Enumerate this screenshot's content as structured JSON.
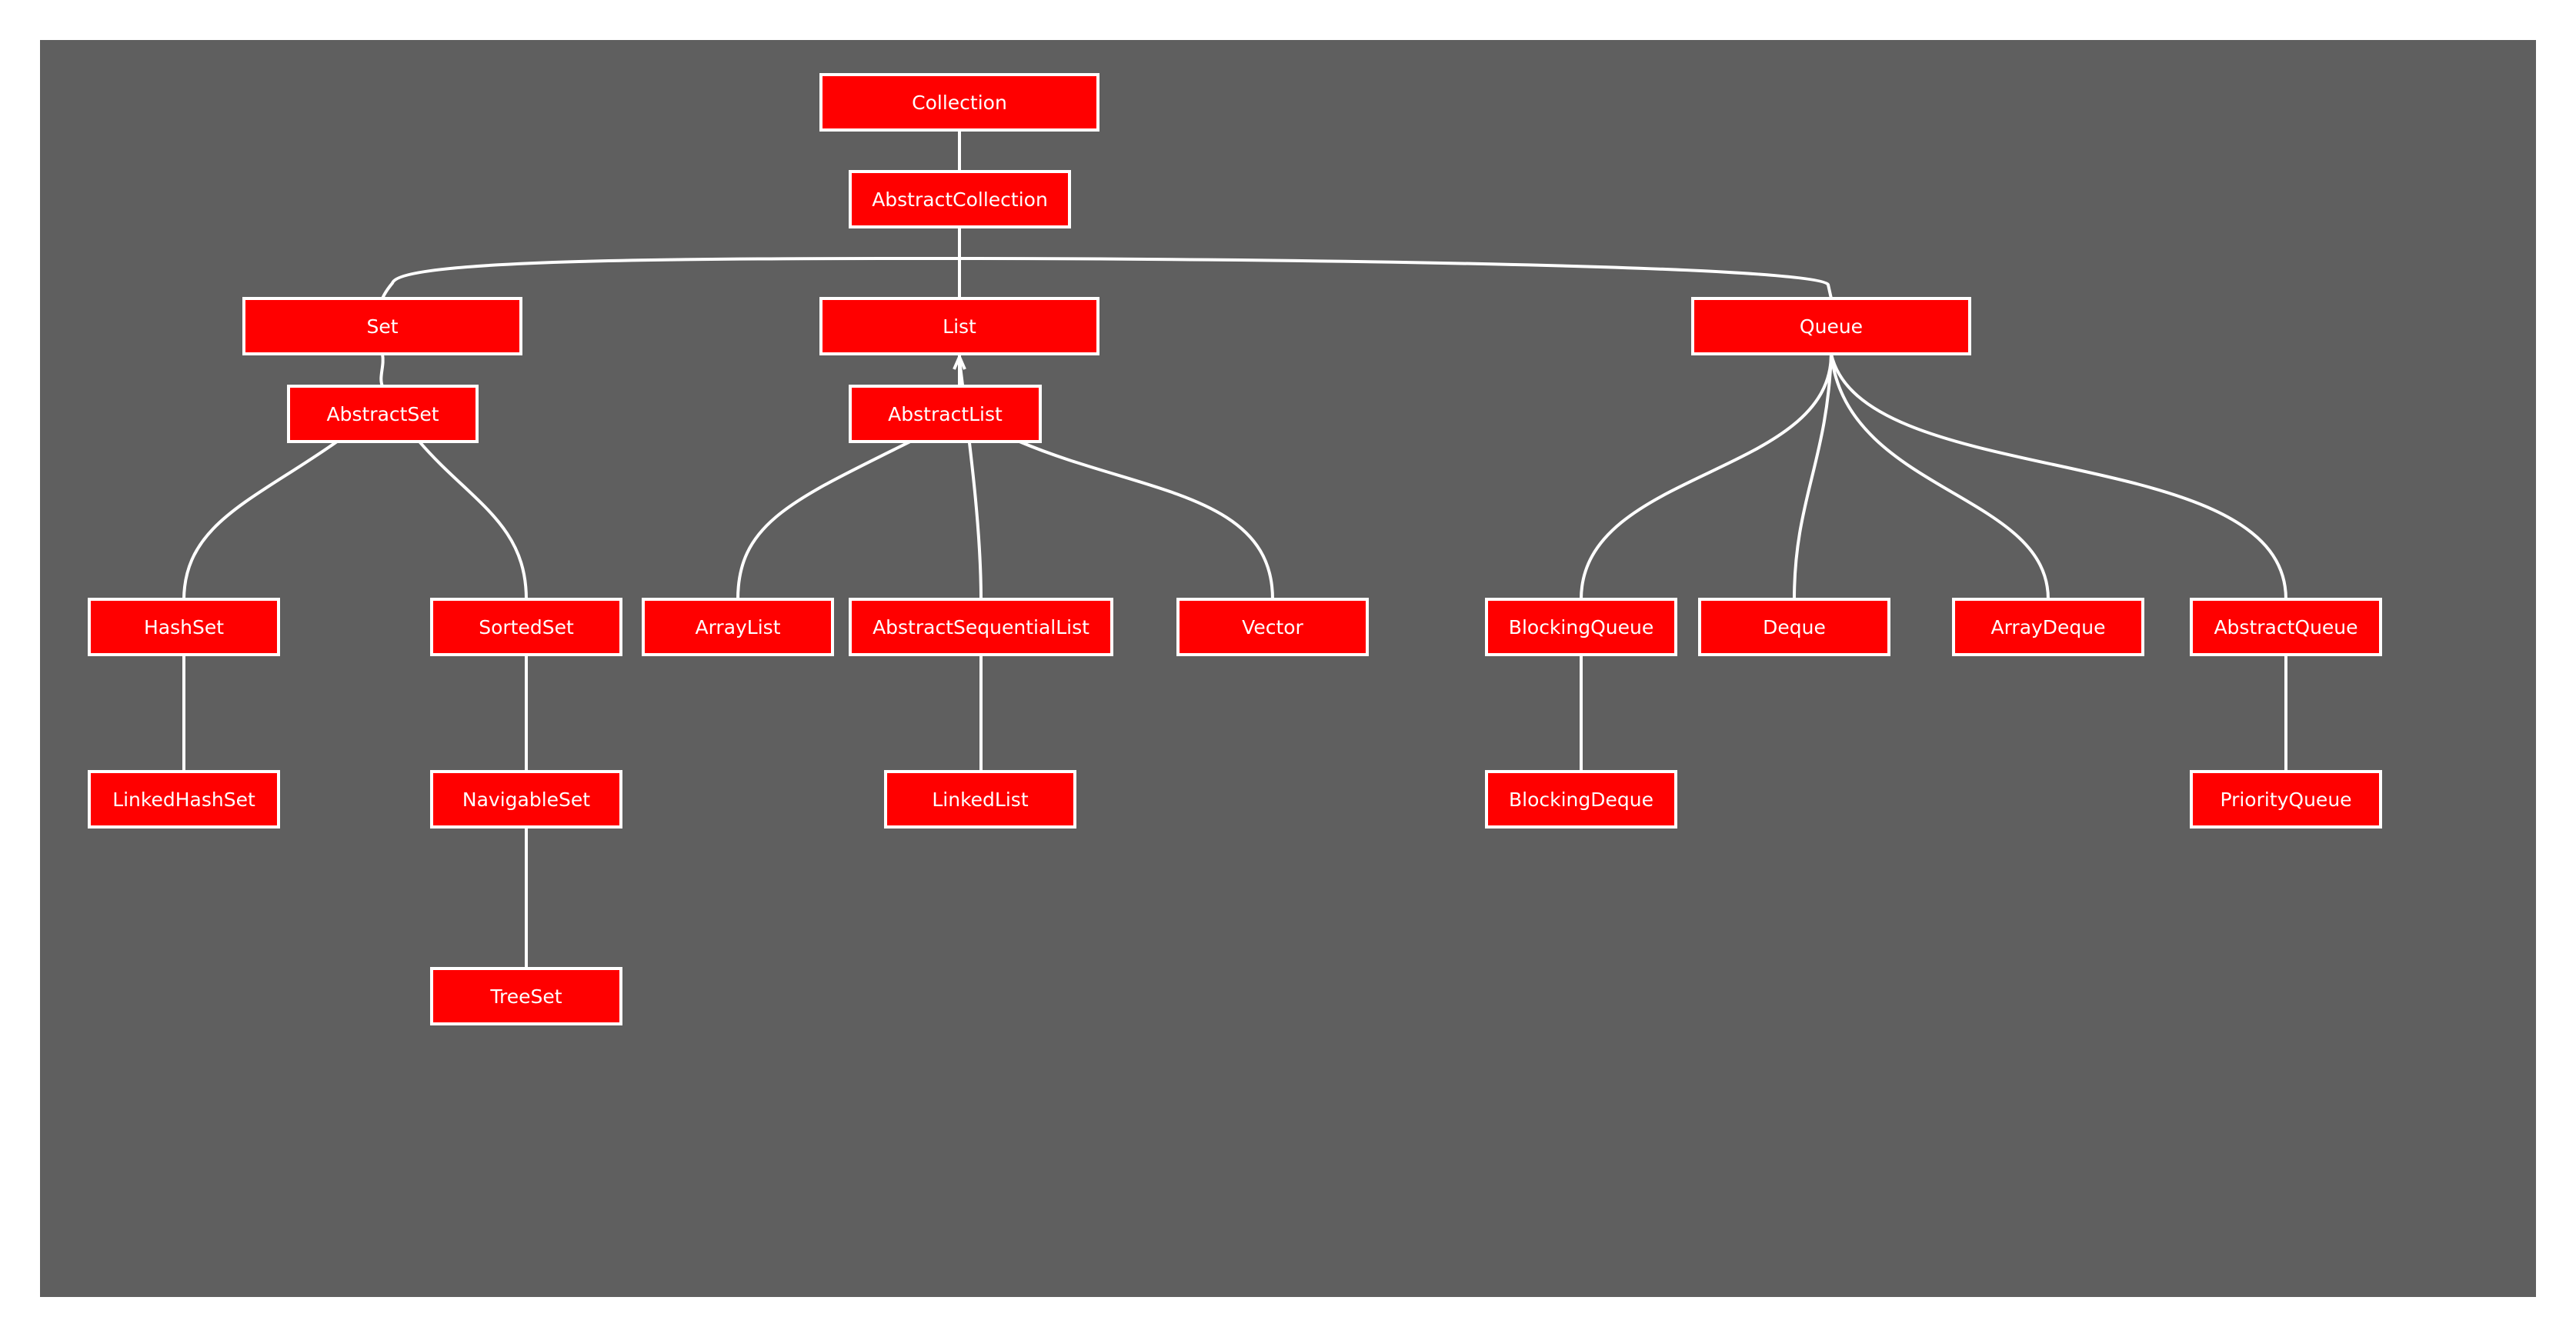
{
  "diagram": {
    "background_color": "#5f5f5f",
    "node_fill": "#ff0000",
    "node_stroke": "#ffffff",
    "edge_color": "#ffffff",
    "text_color": "#ffffff",
    "nodes": [
      {
        "id": "collection",
        "label": "Collection"
      },
      {
        "id": "abstract-collection",
        "label": "AbstractCollection"
      },
      {
        "id": "set",
        "label": "Set"
      },
      {
        "id": "list",
        "label": "List"
      },
      {
        "id": "queue",
        "label": "Queue"
      },
      {
        "id": "abstract-set",
        "label": "AbstractSet"
      },
      {
        "id": "abstract-list",
        "label": "AbstractList"
      },
      {
        "id": "hash-set",
        "label": "HashSet"
      },
      {
        "id": "sorted-set",
        "label": "SortedSet"
      },
      {
        "id": "array-list",
        "label": "ArrayList"
      },
      {
        "id": "abstract-sequential-list",
        "label": "AbstractSequentialList"
      },
      {
        "id": "vector",
        "label": "Vector"
      },
      {
        "id": "blocking-queue",
        "label": "BlockingQueue"
      },
      {
        "id": "deque",
        "label": "Deque"
      },
      {
        "id": "array-deque",
        "label": "ArrayDeque"
      },
      {
        "id": "abstract-queue",
        "label": "AbstractQueue"
      },
      {
        "id": "linked-hash-set",
        "label": "LinkedHashSet"
      },
      {
        "id": "navigable-set",
        "label": "NavigableSet"
      },
      {
        "id": "linked-list",
        "label": "LinkedList"
      },
      {
        "id": "blocking-deque",
        "label": "BlockingDeque"
      },
      {
        "id": "priority-queue",
        "label": "PriorityQueue"
      },
      {
        "id": "tree-set",
        "label": "TreeSet"
      }
    ],
    "edges": [
      {
        "from": "collection",
        "to": "abstract-collection"
      },
      {
        "from": "abstract-collection",
        "to": "set"
      },
      {
        "from": "abstract-collection",
        "to": "list"
      },
      {
        "from": "abstract-collection",
        "to": "queue"
      },
      {
        "from": "set",
        "to": "abstract-set"
      },
      {
        "from": "list",
        "to": "abstract-list"
      },
      {
        "from": "abstract-set",
        "to": "hash-set"
      },
      {
        "from": "abstract-set",
        "to": "sorted-set"
      },
      {
        "from": "abstract-list",
        "to": "array-list"
      },
      {
        "from": "list",
        "to": "abstract-sequential-list"
      },
      {
        "from": "abstract-list",
        "to": "vector"
      },
      {
        "from": "queue",
        "to": "blocking-queue"
      },
      {
        "from": "queue",
        "to": "deque"
      },
      {
        "from": "queue",
        "to": "array-deque"
      },
      {
        "from": "queue",
        "to": "abstract-queue"
      },
      {
        "from": "hash-set",
        "to": "linked-hash-set"
      },
      {
        "from": "sorted-set",
        "to": "navigable-set"
      },
      {
        "from": "navigable-set",
        "to": "tree-set"
      },
      {
        "from": "abstract-sequential-list",
        "to": "linked-list"
      },
      {
        "from": "blocking-queue",
        "to": "blocking-deque"
      },
      {
        "from": "abstract-queue",
        "to": "priority-queue"
      }
    ]
  }
}
